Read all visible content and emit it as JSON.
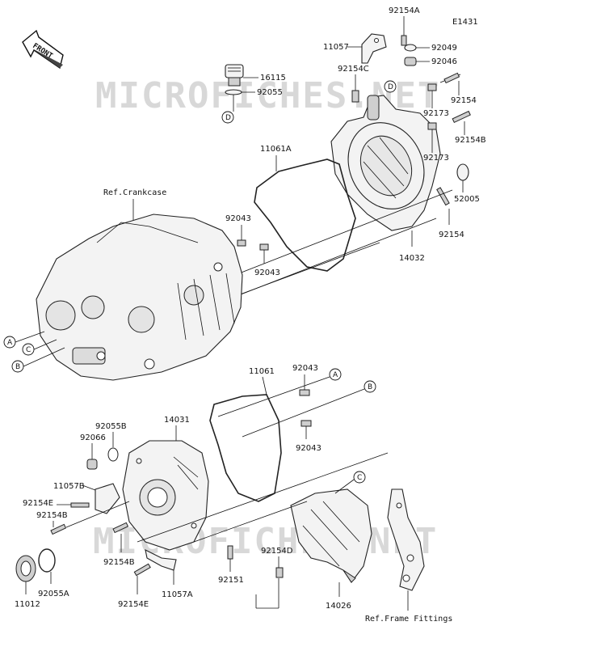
{
  "diagram": {
    "code": "E1431",
    "front_label": "FRONT",
    "watermark_top": "MICROFICHES.NET",
    "watermark_bottom": "MICROFICHES.NET",
    "refs": {
      "crankcase": "Ref.Crankcase",
      "frame_fittings": "Ref.Frame Fittings"
    },
    "callouts": [
      "A",
      "B",
      "C",
      "D"
    ],
    "part_labels": {
      "p92154A": "92154A",
      "p11057": "11057",
      "p92049": "92049",
      "p92046": "92046",
      "p92154C": "92154C",
      "p16115": "16115",
      "p92055": "92055",
      "p92173a": "92173",
      "p92154a": "92154",
      "p92173b": "92173",
      "p92154B_top": "92154B",
      "p11061A": "11061A",
      "p52005": "52005",
      "p92043a": "92043",
      "p92043b": "92043",
      "p92154b": "92154",
      "p14032": "14032",
      "p11061": "11061",
      "p92043c": "92043",
      "p92043d": "92043",
      "p92055B": "92055B",
      "p14031": "14031",
      "p92066": "92066",
      "p11057B": "11057B",
      "p92154E_a": "92154E",
      "p92154B_a": "92154B",
      "p92154B_b": "92154B",
      "p92154D": "92154D",
      "p92151": "92151",
      "p11012": "11012",
      "p92055A": "92055A",
      "p92154E_b": "92154E",
      "p11057A": "11057A",
      "p14026": "14026"
    }
  }
}
